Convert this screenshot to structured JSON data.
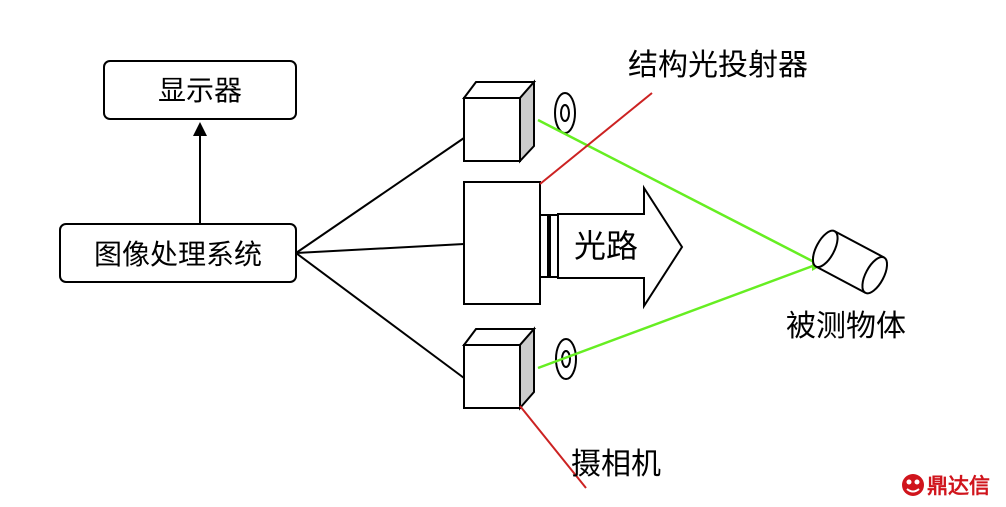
{
  "labels": {
    "display": "显示器",
    "image_processing": "图像处理系统",
    "projector": "结构光投射器",
    "light_path": "光路",
    "object": "被测物体",
    "camera": "摄相机"
  },
  "watermark": {
    "text": "鼎达信"
  },
  "colors": {
    "connector": "#000000",
    "leader_line": "#cc2222",
    "light_ray": "#66ee22",
    "watermark": "#d0141c",
    "cube_side": "#cccccc"
  }
}
